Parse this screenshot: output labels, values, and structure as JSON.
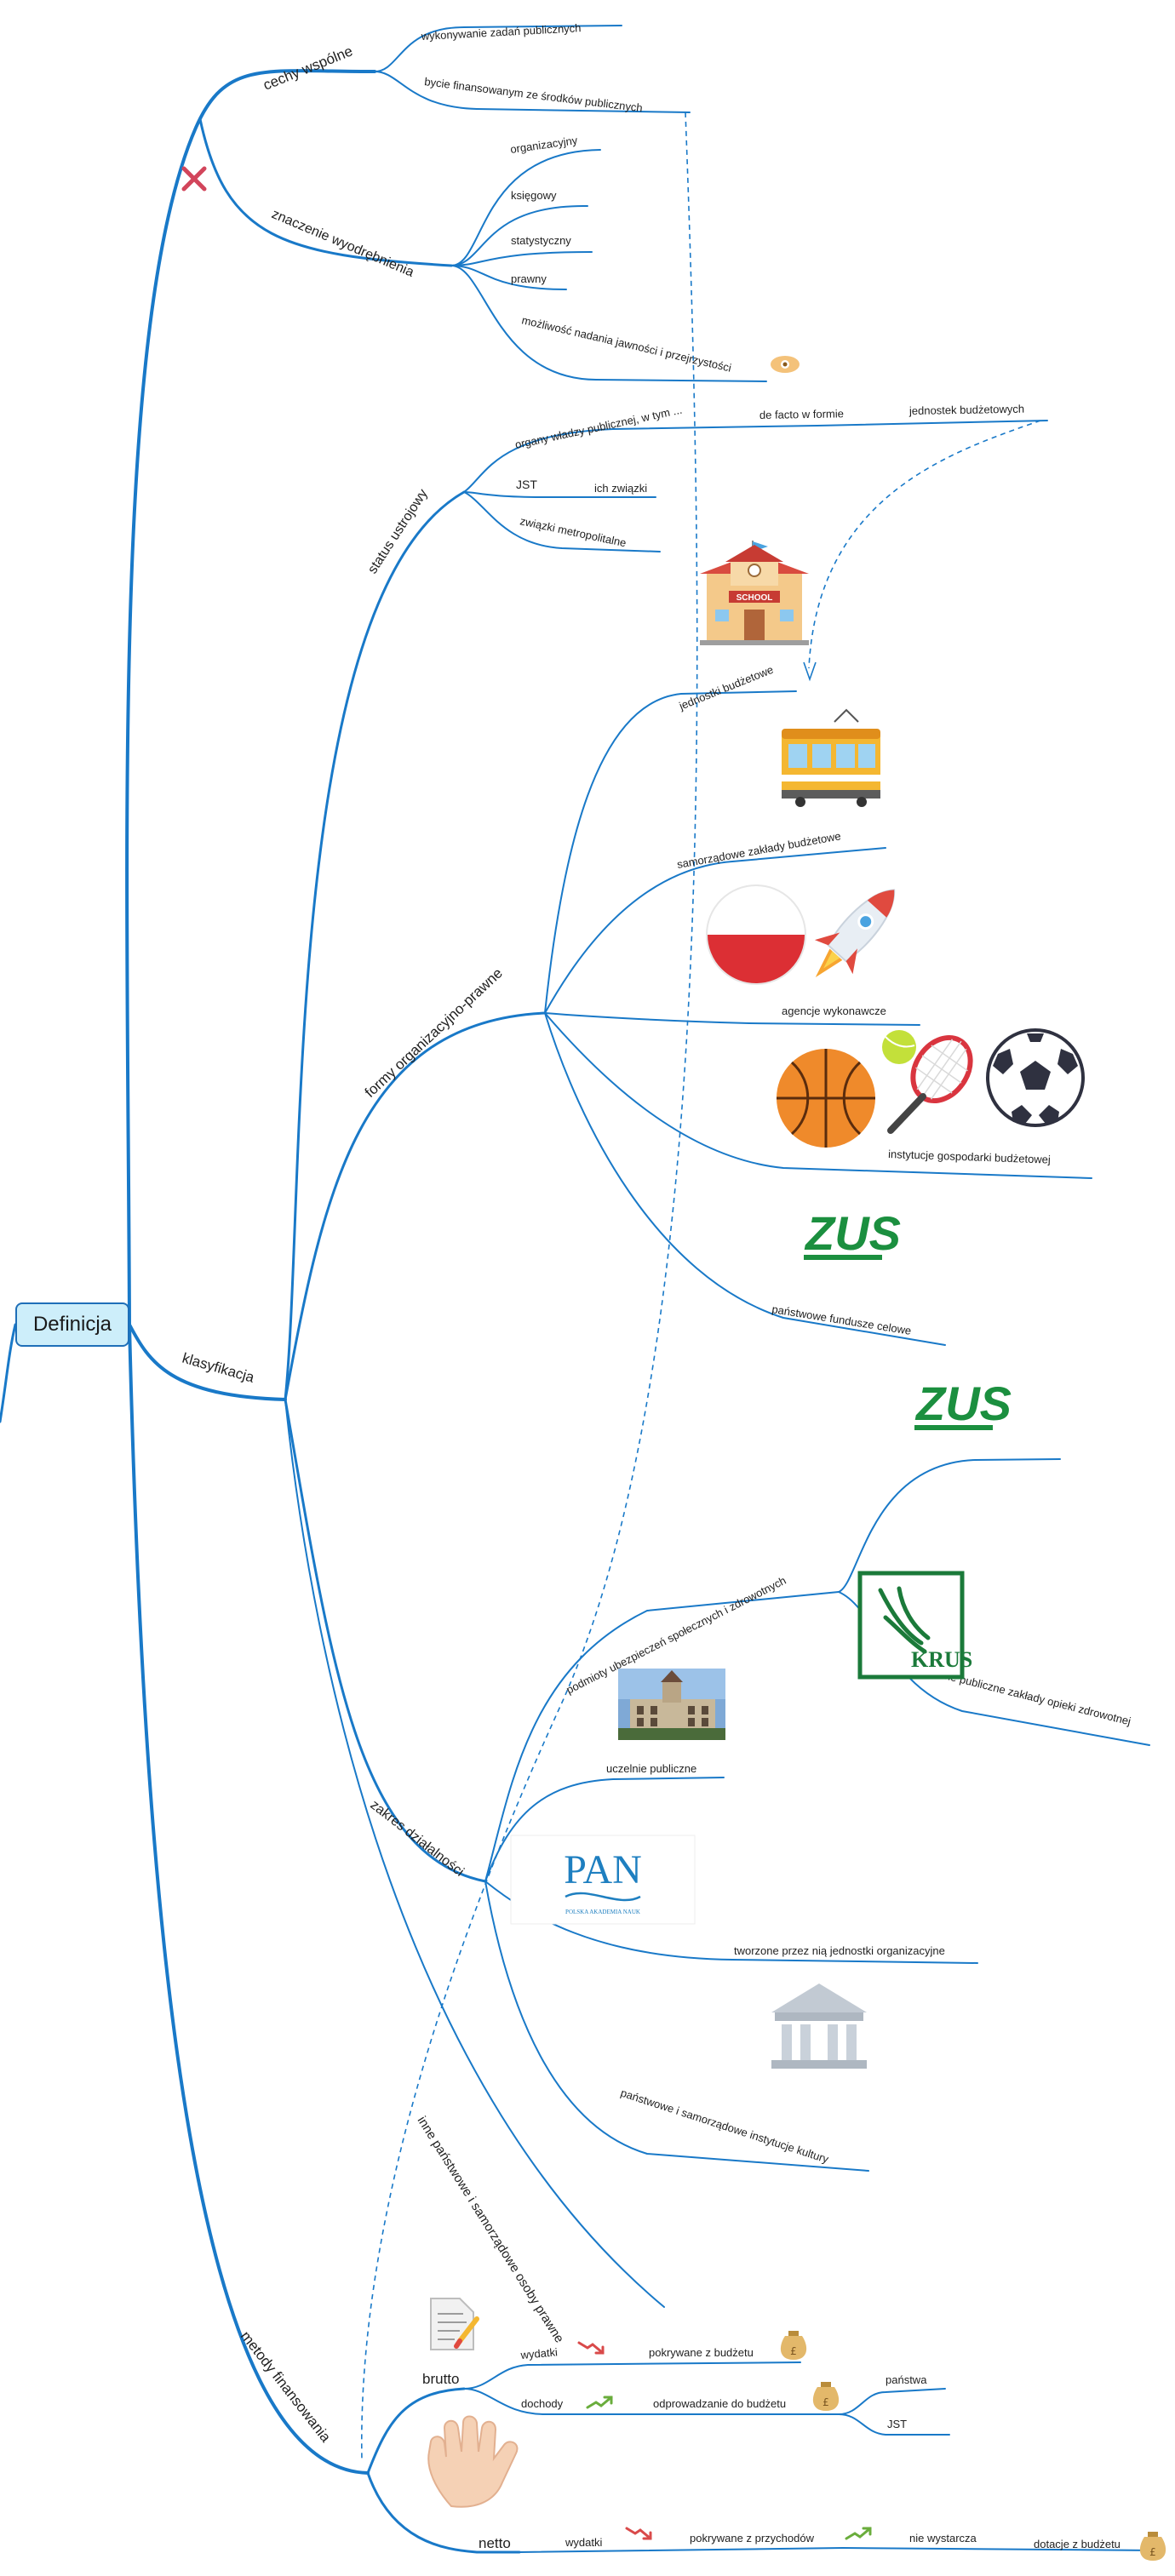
{
  "root": "Definicja",
  "colors": {
    "branch": "#1979c8",
    "dashed": "#1979c8",
    "root_fill": "#cdeefa",
    "cross": "#d2455b",
    "zus": "#1b8f3f"
  },
  "cechy": {
    "label": "cechy wspólne",
    "items": [
      "wykonywanie zadań publicznych",
      "bycie finansowanym ze środków publicznych"
    ]
  },
  "znaczenie": {
    "label": "znaczenie wyodrębnienia",
    "items": [
      "organizacyjny",
      "księgowy",
      "statystyczny",
      "prawny",
      "możliwość nadania jawności i przejrzystości"
    ]
  },
  "klasyfikacja": {
    "label": "klasyfikacja"
  },
  "status": {
    "label": "status ustrojowy",
    "organy": "organy władzy publicznej, w tym ...",
    "defacto": "de facto w formie",
    "jednostek": "jednostek budżetowych",
    "jst": "JST",
    "zwiazki": "ich związki",
    "metro": "związki metropolitalne"
  },
  "formy": {
    "label": "formy organizacyjno-prawne",
    "items": [
      "jednostki budżetowe",
      "samorządowe zakłady budżetowe",
      "agencje wykonawcze",
      "instytucje gospodarki budżetowej",
      "państwowe fundusze celowe"
    ]
  },
  "zakres": {
    "label": "zakres działalności",
    "podmioty": "podmioty ubezpieczeń społecznych i zdrowotnych",
    "spzoz": "samodzielne publiczne zakłady opieki zdrowotnej",
    "uczelnie": "uczelnie publiczne",
    "tworzone": "tworzone przez nią jednostki organizacyjne",
    "instytucje_kultury": "państwowe i samorządowe instytucje kultury"
  },
  "inne": {
    "label": "inne państwowe i samorządowe osoby prawne"
  },
  "metody": {
    "label": "metody finansowania",
    "brutto": "brutto",
    "wydatki": "wydatki",
    "pokrywane": "pokrywane z budżetu",
    "dochody": "dochody",
    "odprowadzanie": "odprowadzanie do budżetu",
    "panstwa": "państwa",
    "jst": "JST",
    "netto": "netto",
    "wydatki_netto": "wydatki",
    "pokrywane_przychodow": "pokrywane z przychodów",
    "nie_wystarcza": "nie wystarcza",
    "dotacje": "dotacje z budżetu"
  },
  "logos": {
    "zus": "ZUS",
    "krus": "KRUS",
    "pan": "PAN",
    "pan_sub": "POLSKA AKADEMIA NAUK",
    "school": "SCHOOL"
  },
  "icons": [
    "cross-icon",
    "eye-icon",
    "school-icon",
    "tram-icon",
    "polish-flag-ball-icon",
    "rocket-icon",
    "basketball-icon",
    "tennis-icon",
    "soccer-ball-icon",
    "zus-logo",
    "krus-logo",
    "town-hall-photo",
    "pan-logo",
    "museum-icon",
    "document-icon",
    "hand-icon",
    "money-bag-icon",
    "trend-down-icon",
    "trend-up-icon"
  ]
}
